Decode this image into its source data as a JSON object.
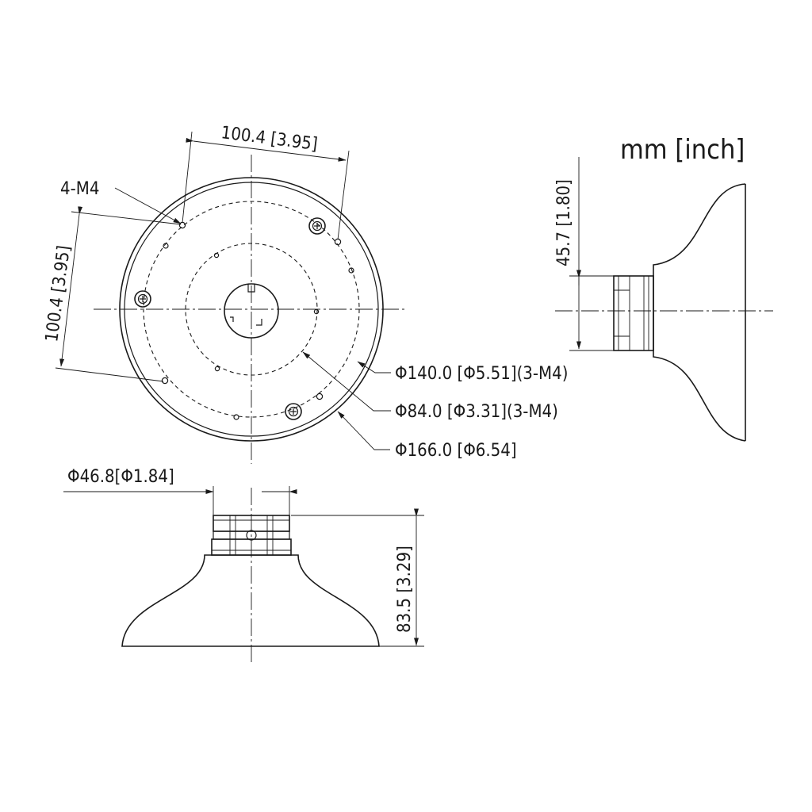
{
  "units_label": "mm [inch]",
  "top_view": {
    "width_dim": "100.4 [3.95]",
    "height_dim": "100.4 [3.95]",
    "screw_label": "4-M4",
    "callouts": [
      "Φ140.0 [Φ5.51](3-M4)",
      "Φ84.0 [Φ3.31](3-M4)",
      "Φ166.0 [Φ6.54]"
    ]
  },
  "front_view": {
    "neck_dim": "Φ46.8[Φ1.84]",
    "height_dim": "83.5 [3.29]"
  },
  "side_view": {
    "height_dim": "45.7 [1.80]"
  }
}
